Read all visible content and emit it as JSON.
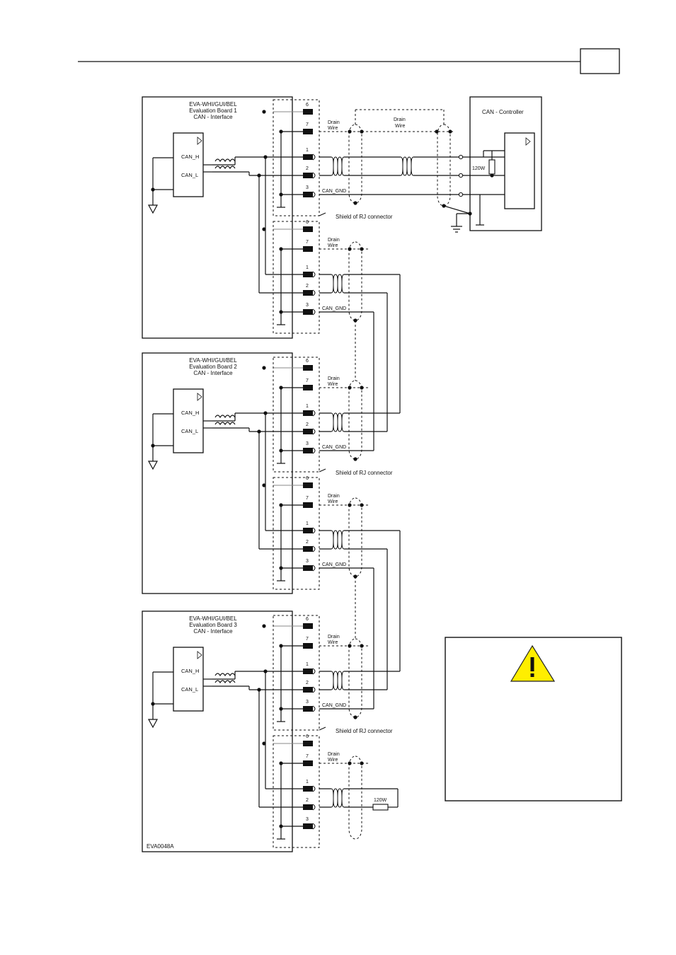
{
  "boards": [
    {
      "title1": "EVA-WHI/GUI/BEL",
      "title2": "Evaluation Board 1",
      "title3": "CAN -  Interface"
    },
    {
      "title1": "EVA-WHI/GUI/BEL",
      "title2": "Evaluation Board 2",
      "title3": "CAN -  Interface"
    },
    {
      "title1": "EVA-WHI/GUI/BEL",
      "title2": "Evaluation Board 3",
      "title3": "CAN -  Interface"
    }
  ],
  "signals": {
    "can_h": "CAN_H",
    "can_l": "CAN_L",
    "can_gnd": "CAN_GND"
  },
  "pins": [
    "6",
    "7",
    "1",
    "2",
    "3"
  ],
  "drain": {
    "line1": "Drain",
    "line2": "Wire"
  },
  "shield_label": "Shield of RJ connector",
  "controller_label": "CAN -  Controller",
  "resistor_label": "120W",
  "diagram_id": "EVA0048A"
}
